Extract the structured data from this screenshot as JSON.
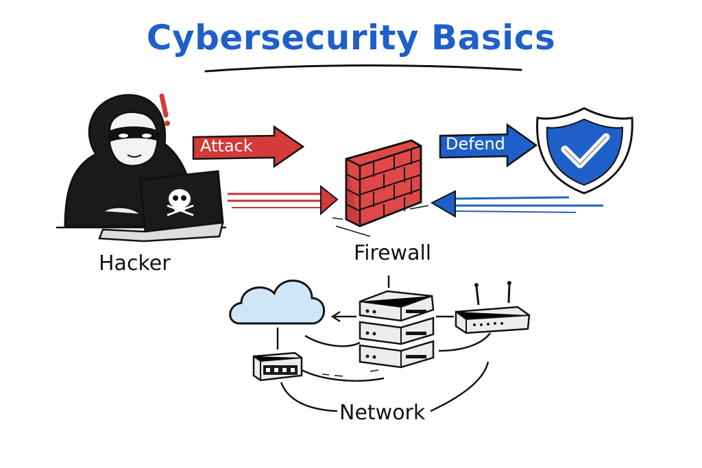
{
  "title": "Cybersecurity Basics",
  "labels": {
    "hacker": "Hacker",
    "attack": "Attack",
    "firewall": "Firewall",
    "defend": "Defend",
    "network": "Network"
  },
  "icons": {
    "alert": "exclamation-icon",
    "hacker": "hooded-hacker-icon",
    "skull": "skull-icon",
    "firewall": "brick-wall-icon",
    "shield": "shield-check-icon",
    "cloud": "cloud-icon",
    "server": "server-stack-icon",
    "router": "router-icon",
    "switch": "network-switch-icon"
  },
  "colors": {
    "title": "#1f5fc8",
    "attack": "#d33a38",
    "defend": "#1f5fc8",
    "brick": "#e04848",
    "ink": "#111111",
    "cloud": "#cfe6f7"
  }
}
